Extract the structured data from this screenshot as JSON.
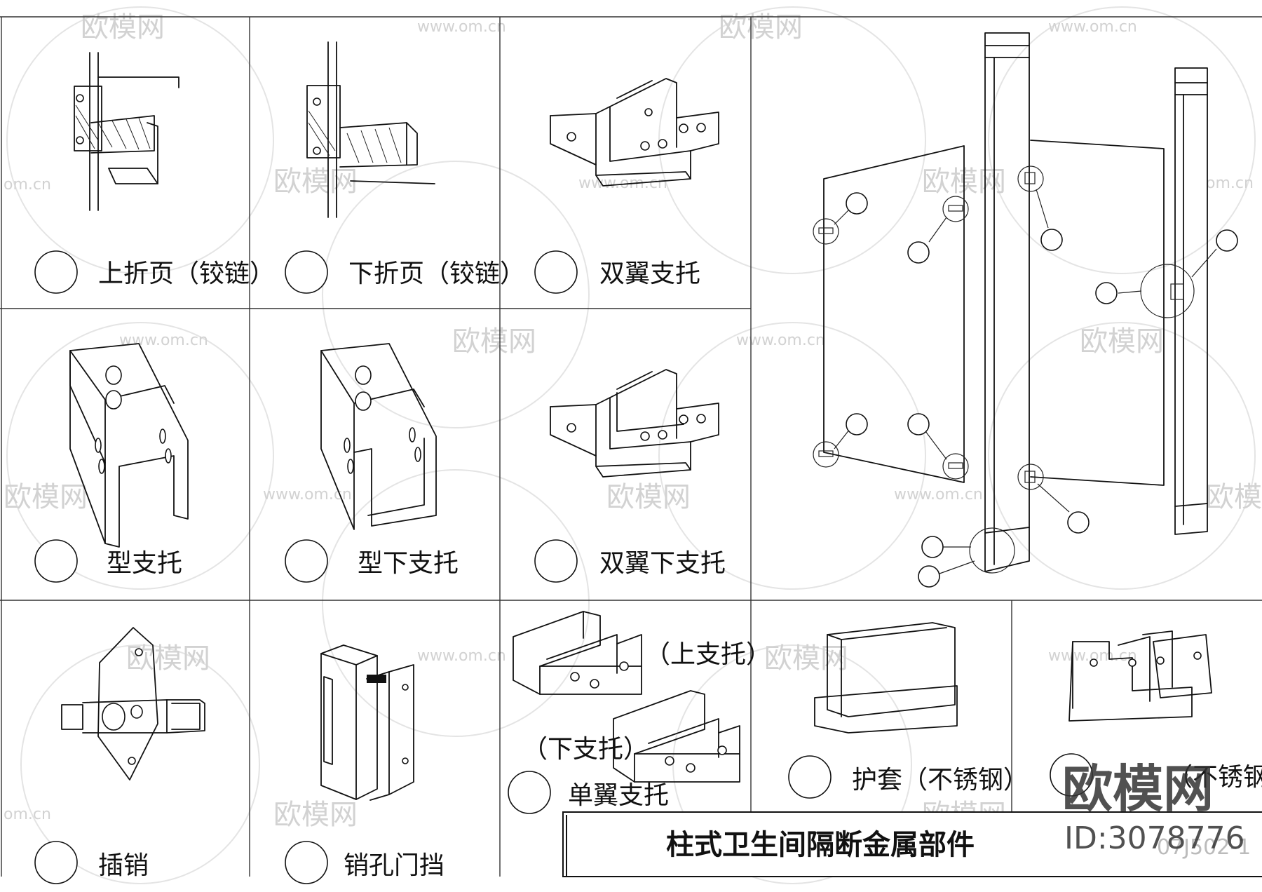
{
  "watermark": {
    "brand": "欧模网",
    "url": "www.om.cn",
    "short_url": "om.cn",
    "logo_text": "欧模网",
    "id_text": "ID:3078776"
  },
  "labels": {
    "upper_hinge": "上折页（铰链）",
    "lower_hinge": "下折页（铰链）",
    "double_wing_bracket": "双翼支托",
    "u_bracket": "型支托",
    "u_lower_bracket": "型下支托",
    "double_wing_lower_bracket": "双翼下支托",
    "latch": "插销",
    "strike_stop": "销孔门挡",
    "upper_bracket": "（上支托）",
    "lower_bracket": "（下支托）",
    "single_wing_bracket": "单翼支托",
    "sleeve": "护套（不锈钢）",
    "cover_partial": "（不锈钢）"
  },
  "title_block": {
    "title": "柱式卫生间隔断金属部件",
    "drawing_number": "07J502-1"
  },
  "colors": {
    "line": "#111111",
    "watermark": "#d2d2d2",
    "background": "#ffffff"
  }
}
